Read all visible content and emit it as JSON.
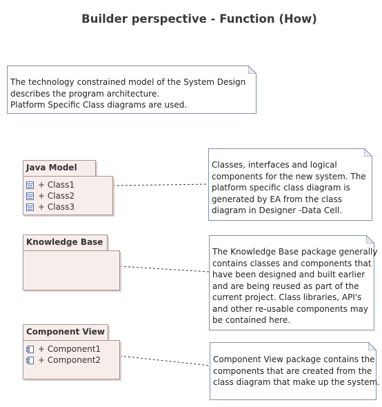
{
  "diagram": {
    "title": "Builder perspective - Function (How)",
    "top_note": {
      "lines": [
        "The technology constrained model of the System Design",
        "describes the program architecture.",
        "Platform Specific Class diagrams are used."
      ]
    },
    "packages": [
      {
        "name": "Java Model",
        "items": [
          {
            "label": "+ Class1",
            "icon": "class-icon"
          },
          {
            "label": "+ Class2",
            "icon": "class-icon"
          },
          {
            "label": "+ Class3",
            "icon": "class-icon"
          }
        ],
        "note": [
          "Classes, interfaces and logical",
          "components for the new system. The",
          "platform specific class diagram is",
          "generated by EA from the class",
          "diagram in Designer -Data Cell."
        ]
      },
      {
        "name": "Knowledge Base",
        "items": [],
        "note": [
          "The Knowledge Base package generally",
          "contains classes and components that",
          "have been designed and built earlier",
          "and are being reused as part of the",
          "current project. Class libraries, API's",
          "and other re-usable components may",
          "be contained here."
        ]
      },
      {
        "name": "Component View",
        "items": [
          {
            "label": "+ Component1",
            "icon": "component-icon"
          },
          {
            "label": "+ Component2",
            "icon": "component-icon"
          }
        ],
        "note": [
          "Component View package contains the",
          "components that are created from the",
          "class diagram that make up the system."
        ]
      }
    ]
  }
}
